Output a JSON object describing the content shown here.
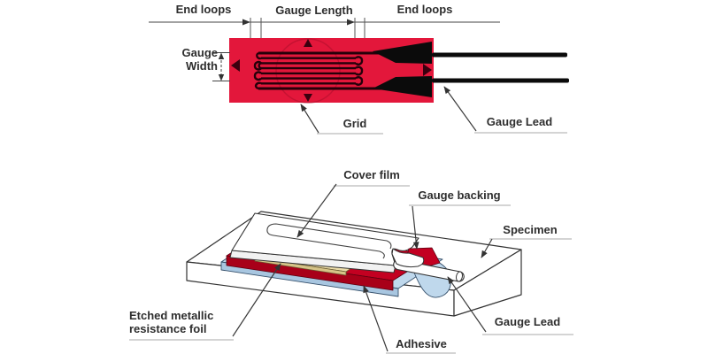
{
  "title": "Strain gauge construction diagram",
  "colors": {
    "gauge_red": "#E3173B",
    "grid_dark": "#25000A",
    "mark_dark": "#3A000F",
    "lead_black": "#0B0B0B",
    "backing_red": "#C30021",
    "backing_red_shade": "#A80019",
    "adhesive_blue": "#BFD8EC",
    "adhesive_blue_shade": "#A8C6E0",
    "foil_tan": "#EADBA8",
    "foil_tan_shade": "#D6C488",
    "white": "#FFFFFF"
  },
  "top_view": {
    "dim_end_loops_left": "End loops",
    "dim_gauge_length": "Gauge Length",
    "dim_end_loops_right": "End loops",
    "dim_gauge_width": "Gauge Width",
    "label_grid": "Grid",
    "label_gauge_lead": "Gauge Lead"
  },
  "construction_view": {
    "label_cover_film": "Cover film",
    "label_gauge_backing": "Gauge backing",
    "label_specimen": "Specimen",
    "label_etched_foil_line1": "Etched metallic",
    "label_etched_foil_line2": "resistance foil",
    "label_adhesive": "Adhesive",
    "label_gauge_lead": "Gauge Lead"
  }
}
